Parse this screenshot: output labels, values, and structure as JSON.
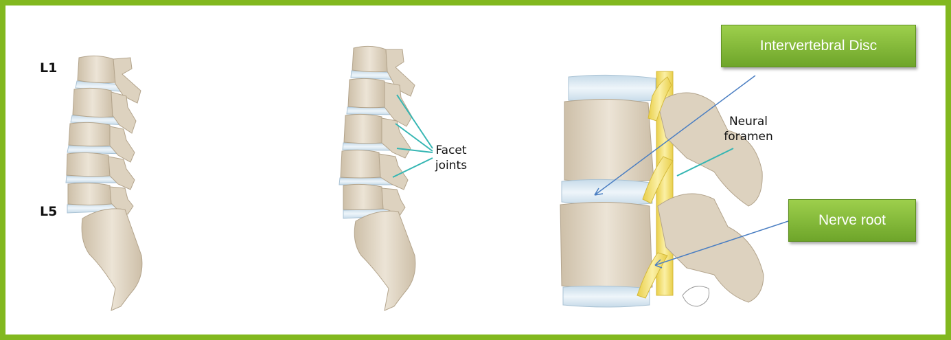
{
  "colors": {
    "frame": "#82b81f",
    "bone": "#e6dccd",
    "bone_shade": "#cfc3af",
    "disc": "#dce9f2",
    "nerve": "#f3e27a",
    "pointer_teal": "#35b6b3",
    "pointer_blue": "#4a7ec2",
    "callout_green": "#7db838"
  },
  "panel_left": {
    "label_top": "L1",
    "label_bottom": "L5"
  },
  "panel_middle": {
    "label_line1": "Facet",
    "label_line2": "joints"
  },
  "panel_right": {
    "label_neural_line1": "Neural",
    "label_neural_line2": "foramen",
    "callout_disc": "Intervertebral Disc",
    "callout_nerve": "Nerve root"
  }
}
